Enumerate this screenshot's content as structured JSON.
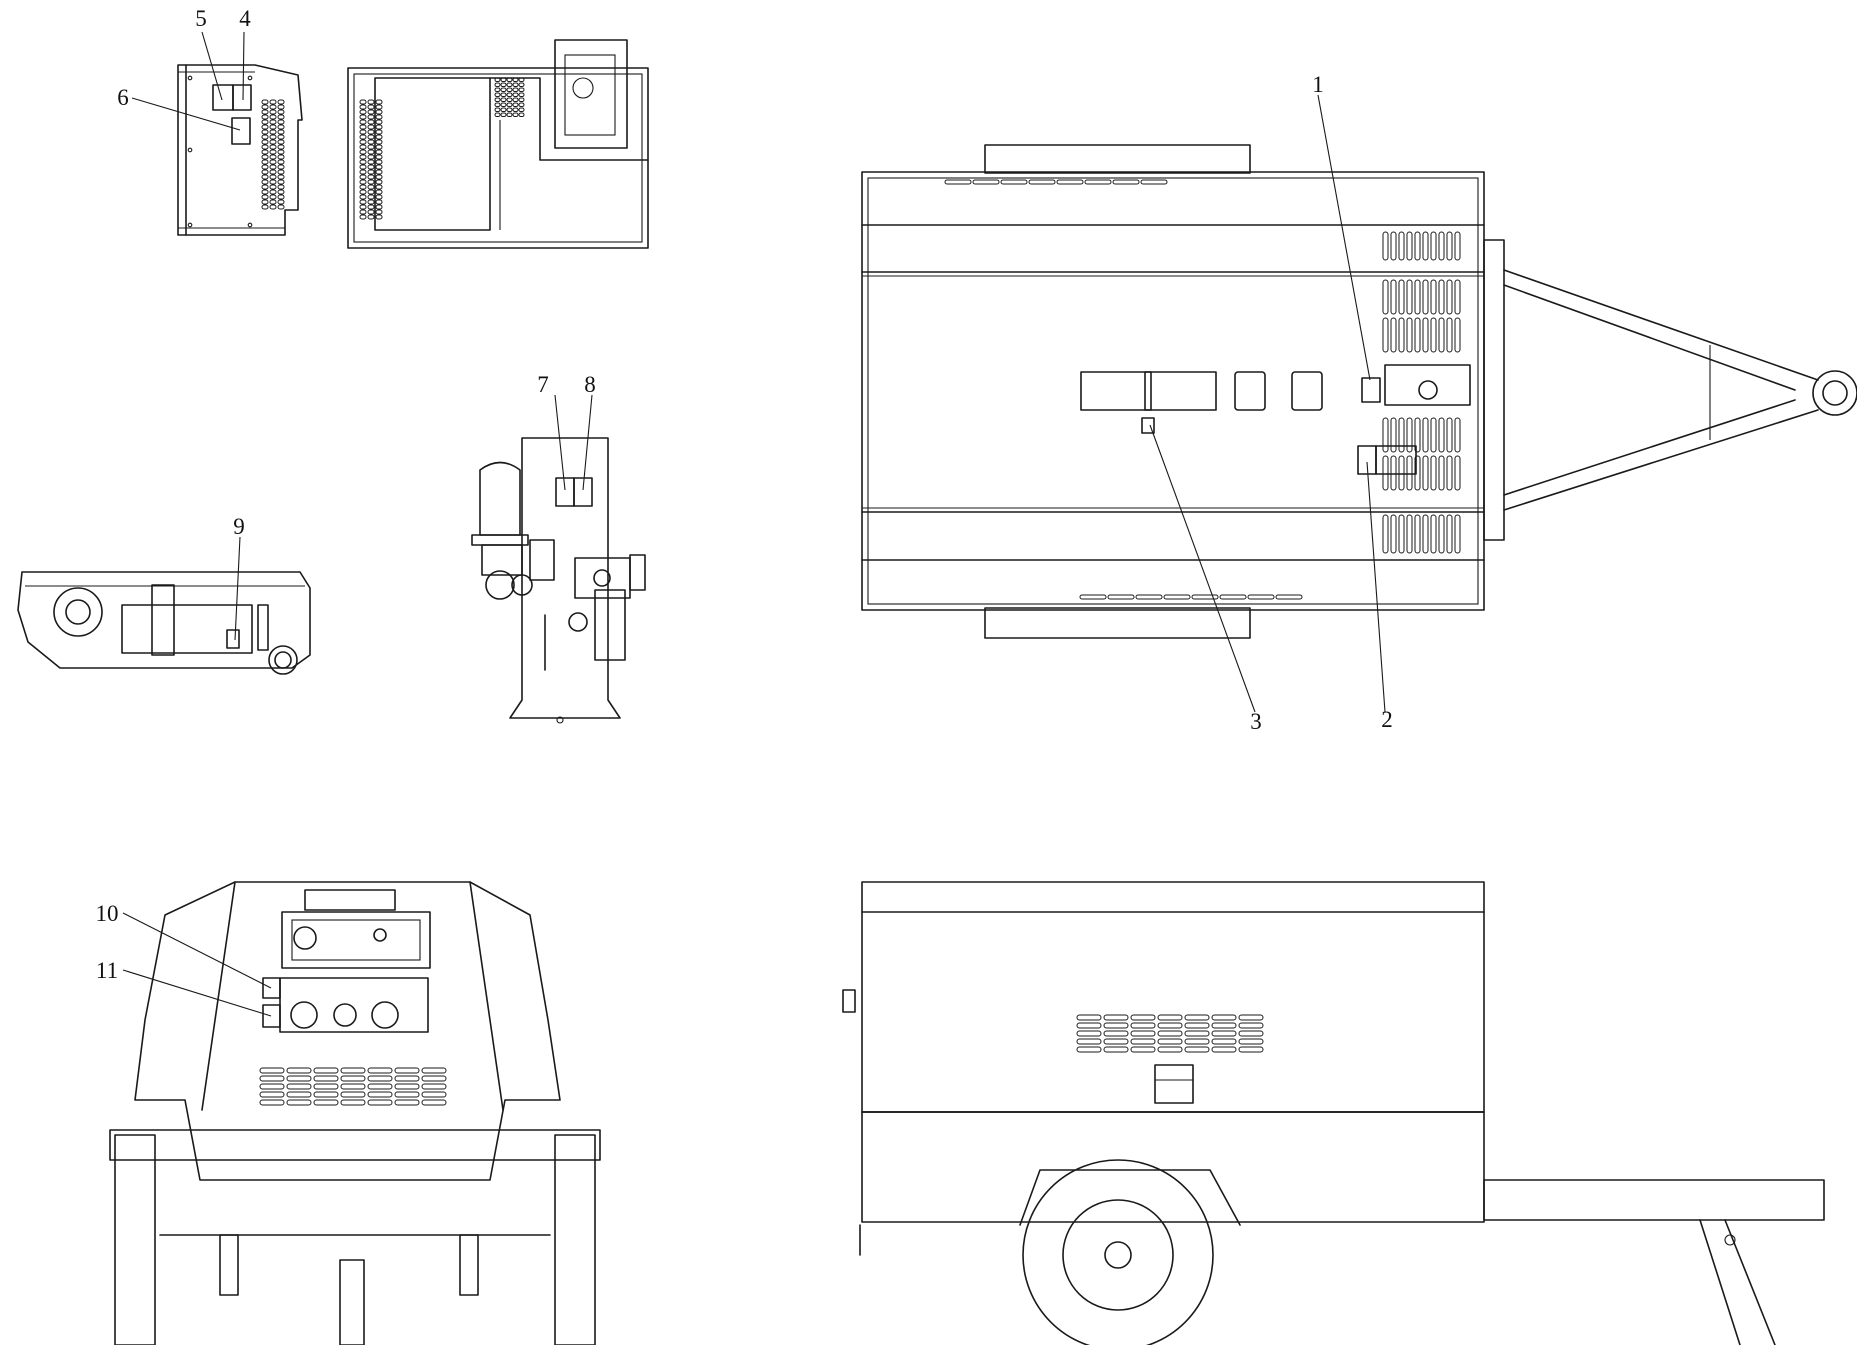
{
  "callouts": [
    {
      "id": "c1",
      "text": "1"
    },
    {
      "id": "c2",
      "text": "2"
    },
    {
      "id": "c3",
      "text": "3"
    },
    {
      "id": "c4",
      "text": "4"
    },
    {
      "id": "c5",
      "text": "5"
    },
    {
      "id": "c6",
      "text": "6"
    },
    {
      "id": "c7",
      "text": "7"
    },
    {
      "id": "c8",
      "text": "8"
    },
    {
      "id": "c9",
      "text": "9"
    },
    {
      "id": "c10",
      "text": "10"
    },
    {
      "id": "c11",
      "text": "11"
    }
  ],
  "colors": {
    "line": "#1a1a1a",
    "background": "#ffffff"
  }
}
